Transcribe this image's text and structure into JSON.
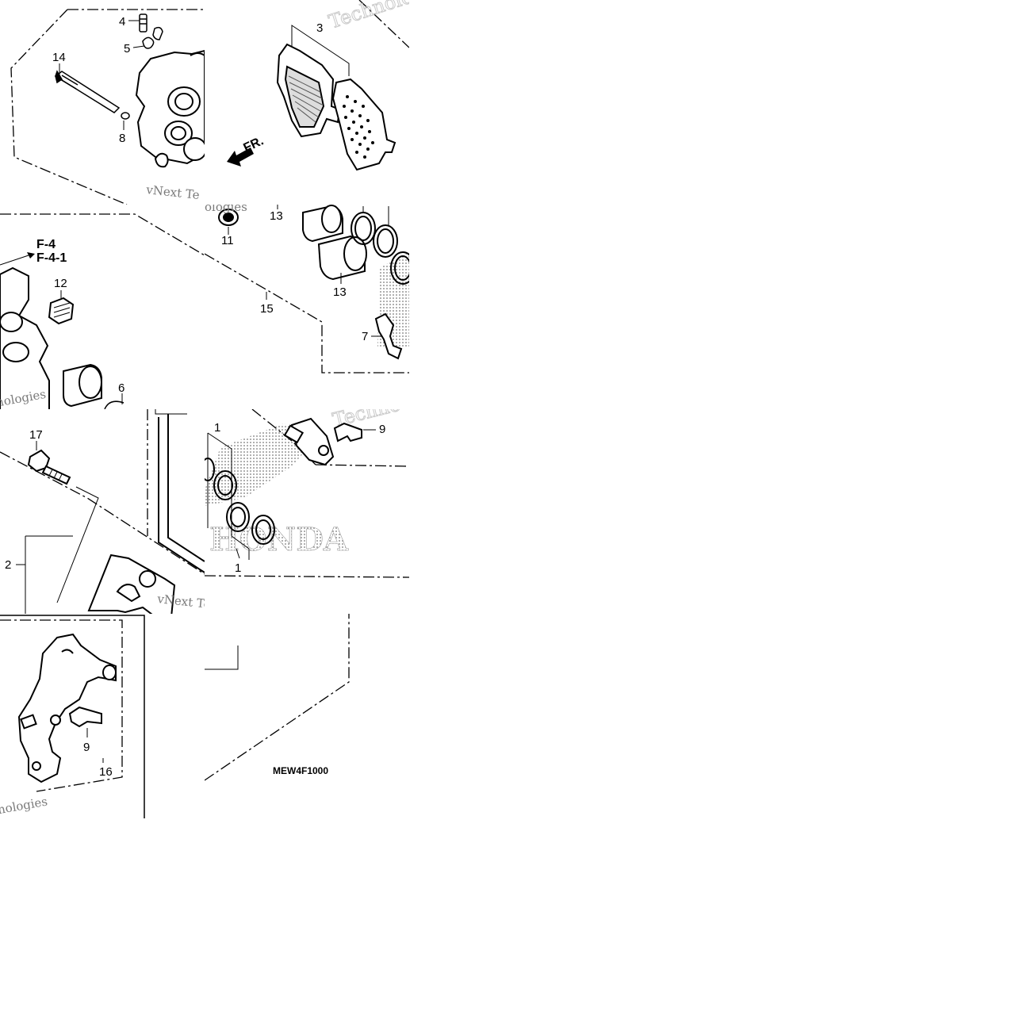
{
  "diagram_code": "MEW4F1000",
  "direction_label": "FR.",
  "refs": [
    "F-4",
    "F-4-1"
  ],
  "brand_text": "HONDA",
  "watermark": {
    "line1": "vNext Te",
    "line2": "ologies",
    "line3": "Technolo",
    "partial_a": "nologies",
    "partial_b": "Techno"
  },
  "callouts": {
    "c1": "1",
    "c2": "2",
    "c3": "3",
    "c4": "4",
    "c5": "5",
    "c6": "6",
    "c7": "7",
    "c8": "8",
    "c9": "9",
    "c11": "11",
    "c12": "12",
    "c13": "13",
    "c14": "14",
    "c15": "15",
    "c16": "16",
    "c17": "17"
  }
}
